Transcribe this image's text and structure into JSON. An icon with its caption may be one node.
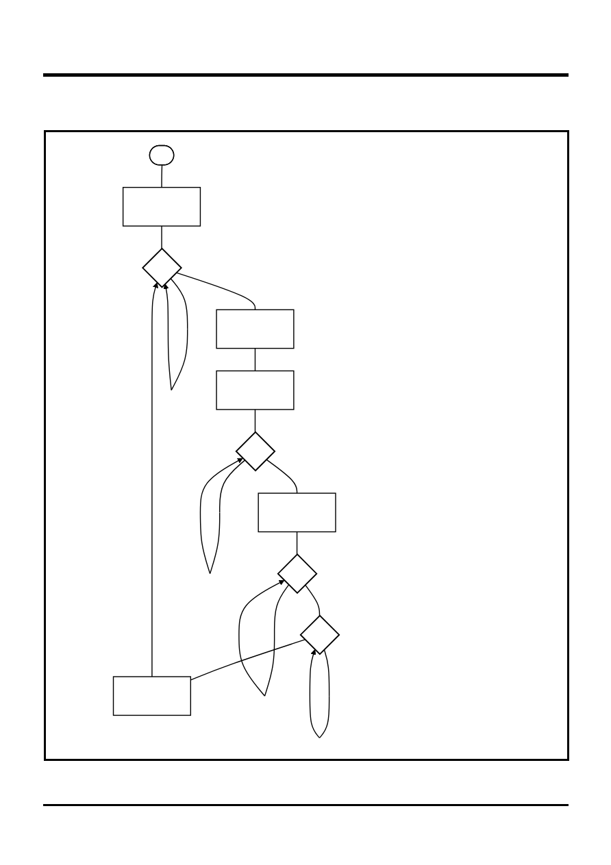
{
  "diagram": {
    "nodes": [
      {
        "text": [],
        "shape": "stadium"
      },
      {
        "text": [],
        "shape": "box"
      },
      {
        "text": [],
        "shape": "diamond"
      },
      {
        "text": [],
        "shape": "box"
      },
      {
        "text": [],
        "shape": "box"
      },
      {
        "text": [],
        "shape": "diamond"
      },
      {
        "text": [],
        "shape": "box"
      },
      {
        "text": [],
        "shape": "diamond"
      },
      {
        "text": [],
        "shape": "diamond"
      },
      {
        "text": [],
        "shape": "box"
      }
    ],
    "edges": [
      {
        "from": 0,
        "to": 1,
        "arrow": "none"
      },
      {
        "from": 1,
        "to": 2,
        "arrow": "none"
      },
      {
        "from": 2,
        "to": 2,
        "arrow": "to"
      },
      {
        "from": 2,
        "to": 3,
        "arrow": "none"
      },
      {
        "from": 3,
        "to": 4,
        "arrow": "none"
      },
      {
        "from": 4,
        "to": 5,
        "arrow": "none"
      },
      {
        "from": 5,
        "to": 5,
        "arrow": "to"
      },
      {
        "from": 5,
        "to": 6,
        "arrow": "none"
      },
      {
        "from": 6,
        "to": 7,
        "arrow": "none"
      },
      {
        "from": 7,
        "to": 7,
        "arrow": "to"
      },
      {
        "from": 7,
        "to": 8,
        "arrow": "none"
      },
      {
        "from": 8,
        "to": 8,
        "arrow": "to"
      },
      {
        "from": 8,
        "to": 9,
        "arrow": "none"
      },
      {
        "from": 9,
        "to": 2,
        "arrow": "to"
      }
    ]
  }
}
